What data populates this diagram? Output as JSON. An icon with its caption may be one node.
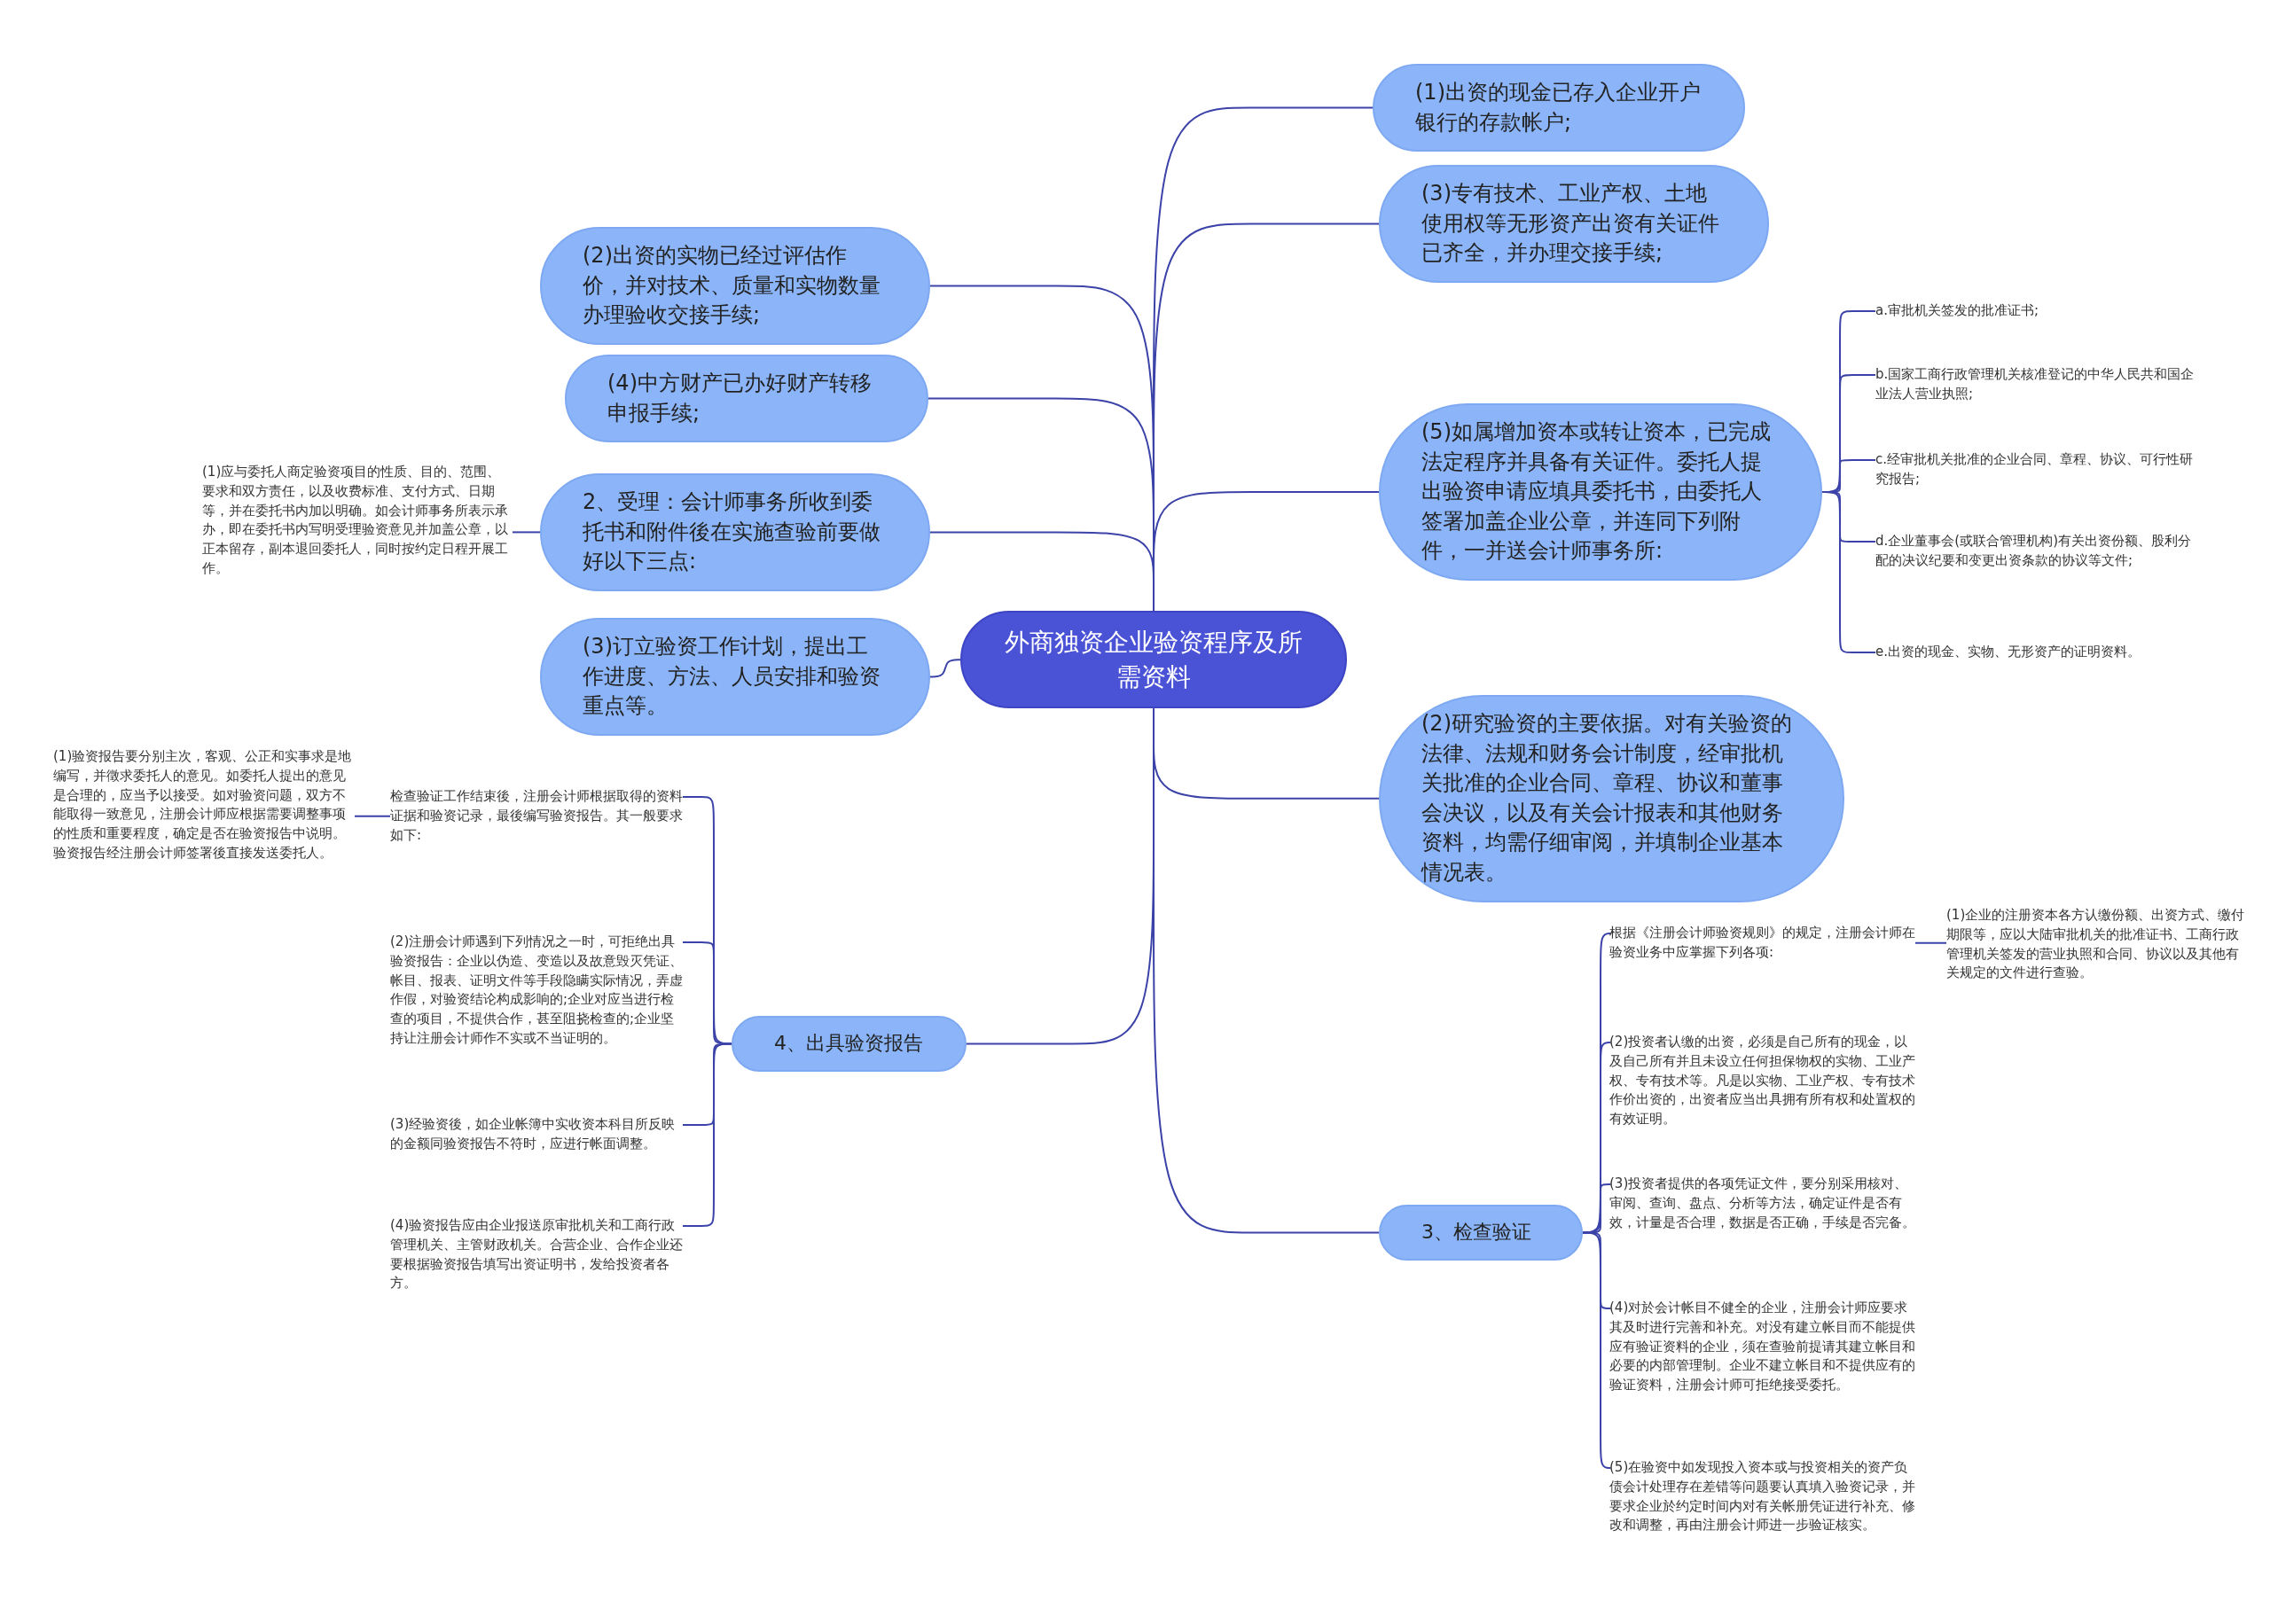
{
  "diagram": {
    "nodes": [
      {
        "text": [
          "外商独资企业验资程序及所需资料"
        ]
      },
      {
        "text": [
          "(1)出资的现金已存入企业开户银行的存款帐户;"
        ]
      },
      {
        "text": [
          "(3)专有技术、工业产权、土地使用权等无形资产出资有关证件已齐全，并办理交接手续;"
        ]
      },
      {
        "text": [
          "(5)如属增加资本或转让资本，已完成法定程序并具备有关证件。委托人提出验资申请应填具委托书，由委托人签署加盖企业公章，并连同下列附件，一并送会计师事务所:"
        ]
      },
      {
        "text": [
          "a.审批机关签发的批准证书;"
        ]
      },
      {
        "text": [
          "b.国家工商行政管理机关核准登记的中华人民共和国企业法人营业执照;"
        ]
      },
      {
        "text": [
          "c.经审批机关批准的企业合同、章程、协议、可行性研究报告;"
        ]
      },
      {
        "text": [
          "d.企业董事会(或联合管理机构)有关出资份额、股利分配的决议纪要和变更出资条款的协议等文件;"
        ]
      },
      {
        "text": [
          "e.出资的现金、实物、无形资产的证明资料。"
        ]
      },
      {
        "text": [
          "(2)研究验资的主要依据。对有关验资的法律、法规和财务会计制度，经审批机关批准的企业合同、章程、协议和董事会决议，以及有关会计报表和其他财务资料，均需仔细审阅，并填制企业基本情况表。"
        ]
      },
      {
        "text": [
          "3、检查验证"
        ]
      },
      {
        "text": [
          "根据《注册会计师验资规则》的规定，注册会计师在验资业务中应掌握下列各项:"
        ]
      },
      {
        "text": [
          "(1)企业的注册资本各方认缴份额、出资方式、缴付期限等，应以大陆审批机关的批准证书、工商行政管理机关签发的营业执照和合同、协议以及其他有关规定的文件进行查验。"
        ]
      },
      {
        "text": [
          "(2)投资者认缴的出资，必须是自己所有的现金，以及自己所有并且未设立任何担保物权的实物、工业产权、专有技术等。凡是以实物、工业产权、专有技术作价出资的，出资者应当出具拥有所有权和处置权的有效证明。"
        ]
      },
      {
        "text": [
          "(3)投资者提供的各项凭证文件，要分别采用核对、审阅、查询、盘点、分析等方法，确定证件是否有效，计量是否合理，数据是否正确，手续是否完备。"
        ]
      },
      {
        "text": [
          "(4)对於会计帐目不健全的企业，注册会计师应要求其及时进行完善和补充。对没有建立帐目而不能提供应有验证资料的企业，须在查验前提请其建立帐目和必要的内部管理制。企业不建立帐目和不提供应有的验证资料，注册会计师可拒绝接受委托。"
        ]
      },
      {
        "text": [
          "(5)在验资中如发现投入资本或与投资相关的资产负债会计处理存在差错等问题要认真填入验资记录，并要求企业於约定时间内对有关帐册凭证进行补充、修改和调整，再由注册会计师进一步验证核实。"
        ]
      },
      {
        "text": [
          "(2)出资的实物已经过评估作价，并对技术、质量和实物数量办理验收交接手续;"
        ]
      },
      {
        "text": [
          "(4)中方财产已办好财产转移申报手续;"
        ]
      },
      {
        "text": [
          "2、受理：会计师事务所收到委托书和附件後在实施查验前要做好以下三点:"
        ]
      },
      {
        "text": [
          "(1)应与委托人商定验资项目的性质、目的、范围、要求和双方责任，以及收费标准、支付方式、日期等，并在委托书内加以明确。如会计师事务所表示承办，即在委托书内写明受理验资意见并加盖公章，以正本留存，副本退回委托人，同时按约定日程开展工作。"
        ]
      },
      {
        "text": [
          "(3)订立验资工作计划，提出工作进度、方法、人员安排和验资重点等。"
        ]
      },
      {
        "text": [
          "4、出具验资报告"
        ]
      },
      {
        "text": [
          "检查验证工作结束後，注册会计师根据取得的资料证据和验资记录，最後编写验资报告。其一般要求如下:"
        ]
      },
      {
        "text": [
          "(1)验资报告要分别主次，客观、公正和实事求是地编写，并徵求委托人的意见。如委托人提出的意见是合理的，应当予以接受。如对验资问题，双方不能取得一致意见，注册会计师应根据需要调整事项的性质和重要程度，确定是否在验资报告中说明。验资报告经注册会计师签署後直接发送委托人。"
        ]
      },
      {
        "text": [
          "(2)注册会计师遇到下列情况之一时，可拒绝出具验资报告：企业以伪造、变造以及故意毁灭凭证、帐目、报表、证明文件等手段隐瞒实际情况，弄虚作假，对验资结论构成影响的;企业对应当进行检查的项目，不提供合作，甚至阻挠检查的;企业坚持让注册会计师作不实或不当证明的。"
        ]
      },
      {
        "text": [
          "(3)经验资後，如企业帐簿中实收资本科目所反映的金额同验资报告不符时，应进行帐面调整。"
        ]
      },
      {
        "text": [
          "(4)验资报告应由企业报送原审批机关和工商行政管理机关、主管财政机关。合营企业、合作企业还要根据验资报告填写出资证明书，发给投资者各方。"
        ]
      }
    ],
    "edges": [
      {
        "from": 0,
        "to": 1,
        "arrow": "none"
      },
      {
        "from": 0,
        "to": 2,
        "arrow": "none"
      },
      {
        "from": 0,
        "to": 3,
        "arrow": "none"
      },
      {
        "from": 3,
        "to": 4,
        "arrow": "none"
      },
      {
        "from": 3,
        "to": 5,
        "arrow": "none"
      },
      {
        "from": 3,
        "to": 6,
        "arrow": "none"
      },
      {
        "from": 3,
        "to": 7,
        "arrow": "none"
      },
      {
        "from": 3,
        "to": 8,
        "arrow": "none"
      },
      {
        "from": 0,
        "to": 9,
        "arrow": "none"
      },
      {
        "from": 0,
        "to": 10,
        "arrow": "none"
      },
      {
        "from": 10,
        "to": 11,
        "arrow": "none"
      },
      {
        "from": 11,
        "to": 12,
        "arrow": "none"
      },
      {
        "from": 10,
        "to": 13,
        "arrow": "none"
      },
      {
        "from": 10,
        "to": 14,
        "arrow": "none"
      },
      {
        "from": 10,
        "to": 15,
        "arrow": "none"
      },
      {
        "from": 10,
        "to": 16,
        "arrow": "none"
      },
      {
        "from": 0,
        "to": 17,
        "arrow": "none"
      },
      {
        "from": 0,
        "to": 18,
        "arrow": "none"
      },
      {
        "from": 0,
        "to": 19,
        "arrow": "none"
      },
      {
        "from": 19,
        "to": 20,
        "arrow": "none"
      },
      {
        "from": 0,
        "to": 21,
        "arrow": "none"
      },
      {
        "from": 0,
        "to": 22,
        "arrow": "none"
      },
      {
        "from": 22,
        "to": 23,
        "arrow": "none"
      },
      {
        "from": 23,
        "to": 24,
        "arrow": "none"
      },
      {
        "from": 22,
        "to": 25,
        "arrow": "none"
      },
      {
        "from": 22,
        "to": 26,
        "arrow": "none"
      },
      {
        "from": 22,
        "to": 27,
        "arrow": "none"
      }
    ]
  }
}
